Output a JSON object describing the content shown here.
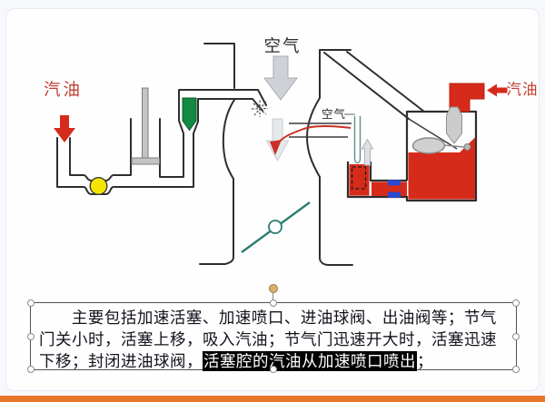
{
  "slide": {
    "labels": {
      "fuel_left": "汽油",
      "air_main": "空气",
      "air_bleed": "空气",
      "fuel_right": "汽油"
    },
    "caption": {
      "line1": "主要包括加速活塞、加速喷口、进油球阀、出油阀等；节气",
      "line2": "门关小时，活塞上移，吸入汽油；节气门迅速开大时，活塞迅速",
      "line3_pre": "下移；封闭进油球阀，",
      "line3_highlight": "活塞腔的汽油从加速喷口喷出",
      "line3_post": "；"
    },
    "colors": {
      "fuel_red": "#d62b1a",
      "label_red": "#c04033",
      "valve_green": "#128a42",
      "ball_yellow": "#f6e400",
      "outlet_blue": "#2b49d0",
      "throttle_teal": "#2a7d72",
      "accent_orange": "#e8762a",
      "highlight_bg": "#000000",
      "highlight_fg": "#ffffff"
    }
  }
}
